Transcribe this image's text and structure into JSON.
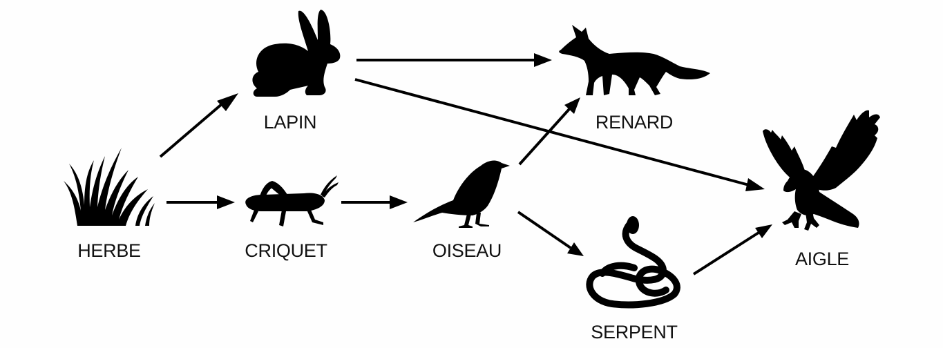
{
  "diagram": {
    "type": "food-web",
    "colors": {
      "ink": "#000000",
      "background": "#fefefe"
    },
    "nodes": [
      {
        "id": "herbe",
        "label": "HERBE",
        "icon": "grass-icon"
      },
      {
        "id": "lapin",
        "label": "LAPIN",
        "icon": "rabbit-icon"
      },
      {
        "id": "criquet",
        "label": "CRIQUET",
        "icon": "cricket-icon"
      },
      {
        "id": "oiseau",
        "label": "OISEAU",
        "icon": "bird-icon"
      },
      {
        "id": "renard",
        "label": "RENARD",
        "icon": "fox-icon"
      },
      {
        "id": "serpent",
        "label": "SERPENT",
        "icon": "snake-icon"
      },
      {
        "id": "aigle",
        "label": "AIGLE",
        "icon": "eagle-icon"
      }
    ],
    "edges": [
      {
        "from": "herbe",
        "to": "lapin"
      },
      {
        "from": "herbe",
        "to": "criquet"
      },
      {
        "from": "criquet",
        "to": "oiseau"
      },
      {
        "from": "lapin",
        "to": "renard"
      },
      {
        "from": "lapin",
        "to": "aigle"
      },
      {
        "from": "oiseau",
        "to": "renard"
      },
      {
        "from": "oiseau",
        "to": "serpent"
      },
      {
        "from": "serpent",
        "to": "aigle"
      }
    ]
  }
}
